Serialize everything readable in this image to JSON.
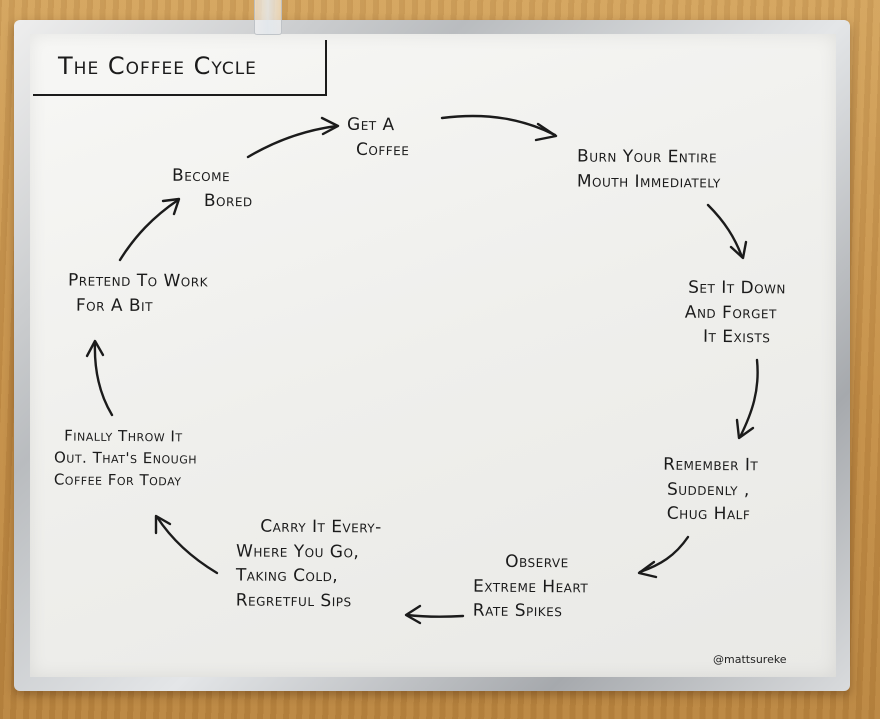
{
  "title": "The Coffee Cycle",
  "credit": "@mattsureke",
  "cycle_steps": [
    {
      "lines": [
        "Get A",
        "Coffee"
      ]
    },
    {
      "lines": [
        "Burn Your Entire",
        "Mouth Immediately"
      ]
    },
    {
      "lines": [
        "Set It Down",
        "And Forget",
        "It Exists"
      ]
    },
    {
      "lines": [
        "Remember It",
        "Suddenly ,",
        "Chug Half"
      ]
    },
    {
      "lines": [
        "Observe",
        "Extreme Heart",
        "Rate Spikes"
      ]
    },
    {
      "lines": [
        "Carry It Every-",
        "Where You Go,",
        "Taking Cold,",
        "Regretful Sips"
      ]
    },
    {
      "lines": [
        "Finally Throw It",
        "Out. That's Enough",
        "Coffee For Today"
      ]
    },
    {
      "lines": [
        "Pretend To Work",
        "For A Bit"
      ]
    },
    {
      "lines": [
        "Become",
        "Bored"
      ]
    }
  ]
}
